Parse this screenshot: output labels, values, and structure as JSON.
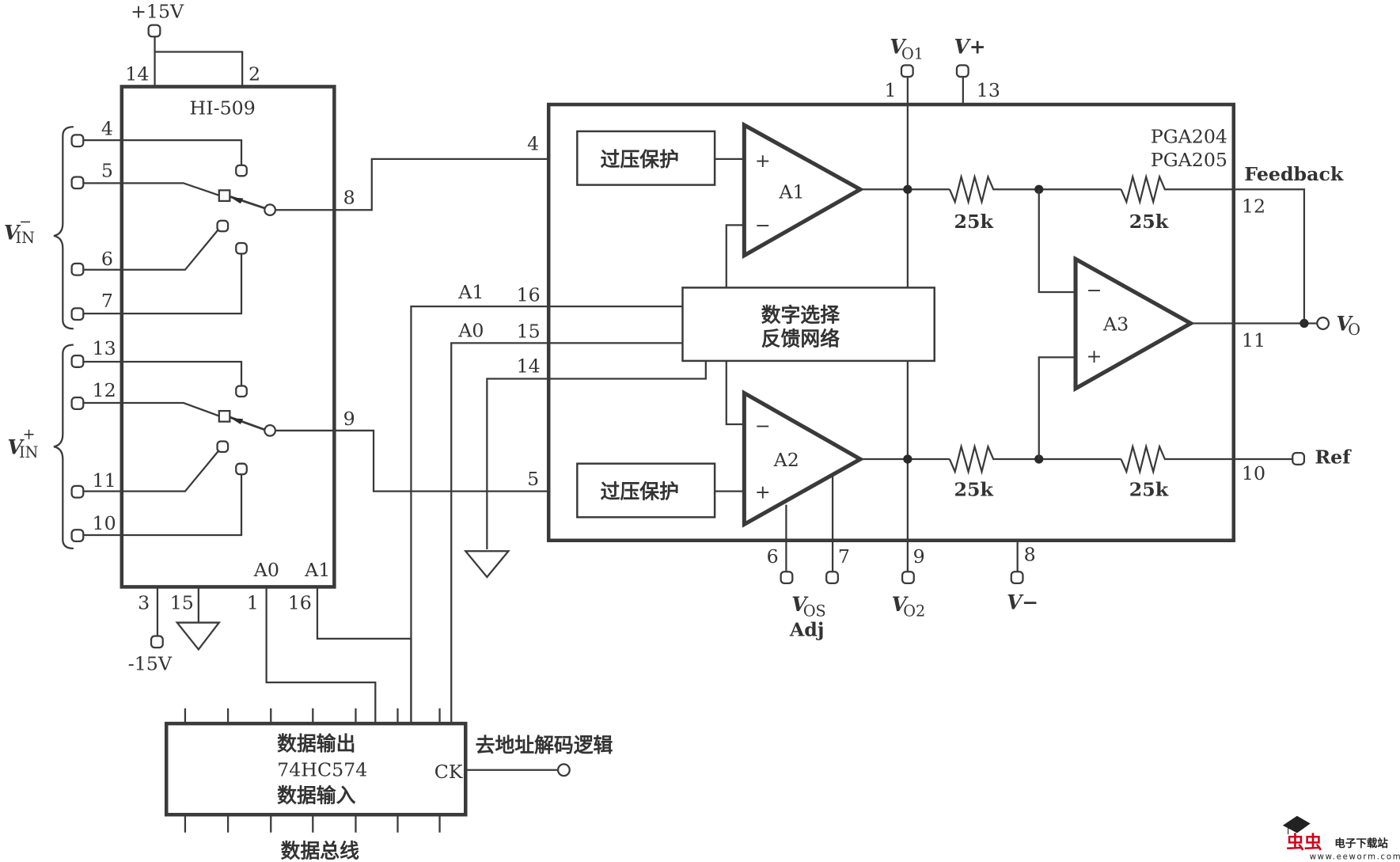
{
  "mux": {
    "name": "HI-509",
    "supply_pos": "+15V",
    "supply_neg": "-15V",
    "pin_14": "14",
    "pin_2": "2",
    "pin_3": "3",
    "pin_15": "15",
    "pin_1": "1",
    "pin_16": "16",
    "addr_a0": "A0",
    "addr_a1": "A1",
    "out_pin_a": "8",
    "out_pin_b": "9",
    "group_neg_label": "V",
    "group_neg_sub": "IN",
    "group_neg_sup": "−",
    "group_pos_label": "V",
    "group_pos_sub": "IN",
    "group_pos_sup": "+",
    "neg_inputs": [
      "4",
      "5",
      "6",
      "7"
    ],
    "pos_inputs": [
      "13",
      "12",
      "11",
      "10"
    ]
  },
  "pga": {
    "name_line1": "PGA204",
    "name_line2": "PGA205",
    "pin_4": "4",
    "pin_5": "5",
    "pin_16": "16",
    "pin_15": "15",
    "pin_14": "14",
    "label_a1": "A1",
    "label_a0": "A0",
    "pin_1": "1",
    "pin_13": "13",
    "vo1_label": "V",
    "vo1_sub": "O1",
    "vplus_label": "V+",
    "ovp_label": "过压保护",
    "feedback_net_line1": "数字选择",
    "feedback_net_line2": "反馈网络",
    "amp_a1": "A1",
    "amp_a2": "A2",
    "amp_a3": "A3",
    "plus": "+",
    "minus": "−",
    "resistor_value": "25k",
    "feedback_label": "Feedback",
    "pin_12": "12",
    "pin_11": "11",
    "pin_10": "10",
    "vo_label": "V",
    "vo_sub": "O",
    "ref_label": "Ref",
    "pin_6": "6",
    "pin_7": "7",
    "pin_9": "9",
    "pin_8": "8",
    "vos_label": "V",
    "vos_sub": "OS",
    "adj_label": "Adj",
    "vo2_label": "V",
    "vo2_sub": "O2",
    "vminus_label": "V−"
  },
  "latch": {
    "line1": "数据输出",
    "line2": "74HC574",
    "line3": "数据输入",
    "ck_label": "CK",
    "ck_dest": "去地址解码逻辑",
    "bus_label": "数据总线"
  },
  "watermark": {
    "logo_text": "虫虫",
    "site_name": "电子下载站",
    "url": "www.eeworm.com",
    "logo_color": "#d0021b"
  }
}
